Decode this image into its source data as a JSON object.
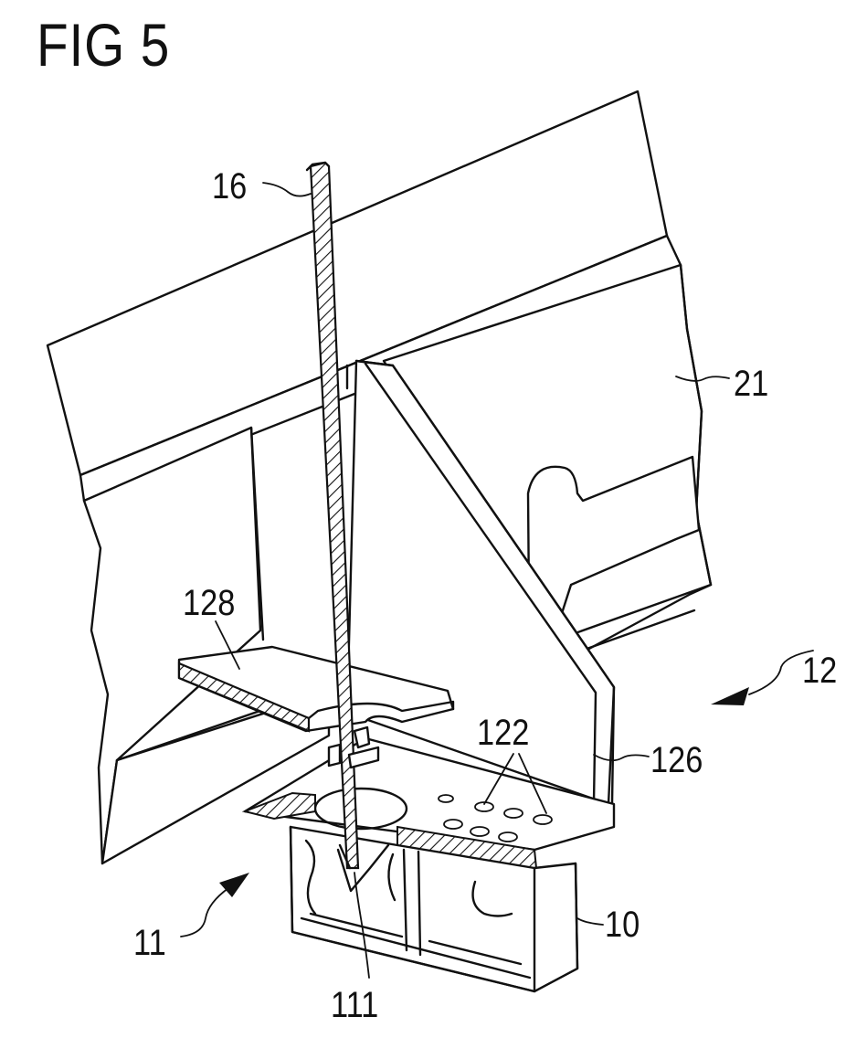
{
  "figure": {
    "title": "FIG 5",
    "labels": {
      "plate": "16",
      "beam": "21",
      "shelf": "128",
      "arrow_right": "12",
      "holes": "122",
      "bracket": "126",
      "arrow_left": "11",
      "rail": "10",
      "edge": "111"
    }
  }
}
